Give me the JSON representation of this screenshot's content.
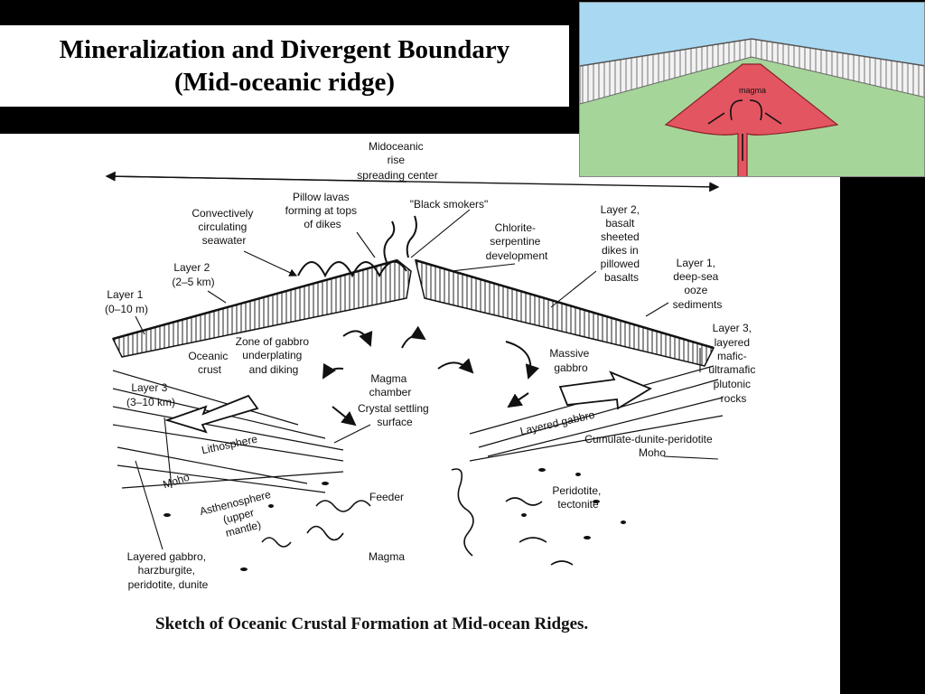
{
  "title": {
    "line1": "Mineralization and Divergent Boundary",
    "line2": "(Mid-oceanic ridge)"
  },
  "inset": {
    "magma_label": "magma",
    "colors": {
      "sky": "#a9d9f2",
      "mantle": "#a6d59a",
      "magma": "#e35561"
    }
  },
  "sketch": {
    "top_label": [
      "Midoceanic",
      "rise",
      "spreading center"
    ],
    "labels": {
      "convective": [
        "Convectively",
        "circulating",
        "seawater"
      ],
      "pillow": [
        "Pillow lavas",
        "forming at tops",
        "of dikes"
      ],
      "smokers": [
        "\"Black smokers\""
      ],
      "chlorite": [
        "Chlorite-",
        "serpentine",
        "development"
      ],
      "layer2_right": [
        "Layer 2,",
        "basalt",
        "sheeted",
        "dikes in",
        "pillowed",
        "basalts"
      ],
      "layer1_right": [
        "Layer 1,",
        "deep-sea",
        "ooze",
        "sediments"
      ],
      "layer2_left": [
        "Layer 2",
        "(2–5 km)"
      ],
      "layer1_left": [
        "Layer 1",
        "(0–10 m)"
      ],
      "gabbro_zone": [
        "Zone of gabbro",
        "underplating",
        "and diking"
      ],
      "oceanic_crust": [
        "Oceanic",
        "crust"
      ],
      "layer3_left": [
        "Layer 3",
        "(3–10 km)"
      ],
      "magma_chamber": [
        "Magma",
        "chamber"
      ],
      "massive_gabbro": [
        "Massive",
        "gabbro"
      ],
      "layer3_right": [
        "Layer 3,",
        "layered",
        "mafic-",
        "ultramafic",
        "plutonic",
        "rocks"
      ],
      "crystal": [
        "Crystal settling",
        "surface"
      ],
      "layered_gabbro": [
        "Layered gabbro"
      ],
      "cumulate": [
        "Cumulate-dunite-peridotite"
      ],
      "moho_right": [
        "Moho"
      ],
      "lithosphere": [
        "Lithosphere"
      ],
      "moho_left": [
        "Moho"
      ],
      "asthenosphere": [
        "Asthenosphere",
        "(upper",
        "mantle)"
      ],
      "feeder": [
        "Feeder"
      ],
      "peridotite": [
        "Peridotite,",
        "tectonite"
      ],
      "magma": [
        "Magma"
      ],
      "layered_left": [
        "Layered gabbro,",
        "harzburgite,",
        "peridotite, dunite"
      ]
    },
    "caption": "Sketch of Oceanic Crustal Formation at Mid-ocean Ridges."
  }
}
